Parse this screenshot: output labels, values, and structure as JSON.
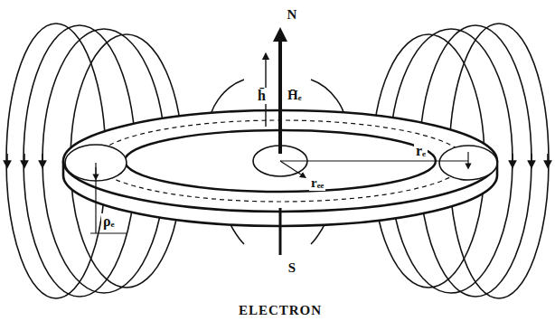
{
  "diagram": {
    "caption": "ELECTRON",
    "labels": [
      "N",
      "S",
      "h̄",
      "H̄ₑ",
      "rₑ",
      "rₑₑ",
      "ρₑ"
    ]
  }
}
